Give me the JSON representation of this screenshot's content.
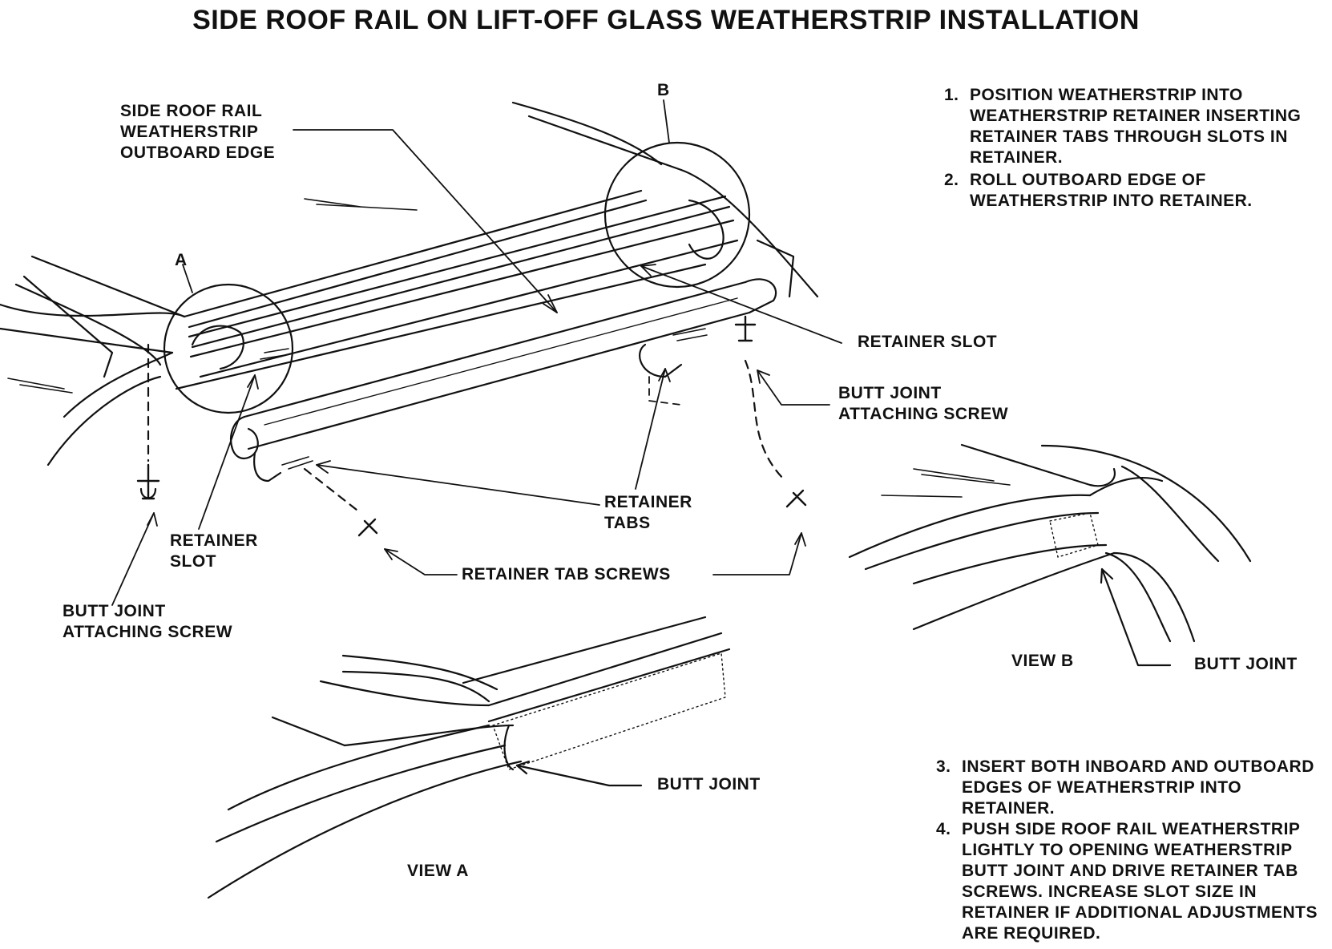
{
  "title": "SIDE ROOF RAIL ON LIFT-OFF GLASS WEATHERSTRIP INSTALLATION",
  "callouts": {
    "detail_a": "A",
    "detail_b": "B",
    "side_roof_rail_weatherstrip_outboard_edge": [
      "SIDE ROOF RAIL",
      "WEATHERSTRIP",
      "OUTBOARD EDGE"
    ],
    "retainer_slot_right": "RETAINER SLOT",
    "butt_joint_attaching_screw_right": [
      "BUTT JOINT",
      "ATTACHING SCREW"
    ],
    "retainer_tabs": [
      "RETAINER",
      "TABS"
    ],
    "retainer_slot_left": [
      "RETAINER",
      "SLOT"
    ],
    "retainer_tab_screws": "RETAINER TAB SCREWS",
    "butt_joint_attaching_screw_left": [
      "BUTT JOINT",
      "ATTACHING SCREW"
    ],
    "view_b_butt_joint": "BUTT JOINT",
    "view_a_butt_joint": "BUTT JOINT"
  },
  "views": {
    "view_a": "VIEW A",
    "view_b": "VIEW B"
  },
  "steps_top": [
    {
      "number": "1.",
      "text": "POSITION WEATHERSTRIP INTO WEATHERSTRIP RETAINER INSERTING RETAINER TABS THROUGH SLOTS IN RETAINER."
    },
    {
      "number": "2.",
      "text": "ROLL OUTBOARD EDGE OF WEATHERSTRIP INTO RETAINER."
    }
  ],
  "steps_bottom": [
    {
      "number": "3.",
      "text": "INSERT BOTH INBOARD AND OUTBOARD EDGES OF WEATHERSTRIP INTO RETAINER."
    },
    {
      "number": "4.",
      "text": "PUSH SIDE ROOF RAIL WEATHERSTRIP LIGHTLY TO OPENING WEATHERSTRIP BUTT JOINT AND DRIVE RETAINER TAB SCREWS. INCREASE SLOT SIZE IN RETAINER IF ADDITIONAL ADJUSTMENTS ARE REQUIRED."
    }
  ]
}
